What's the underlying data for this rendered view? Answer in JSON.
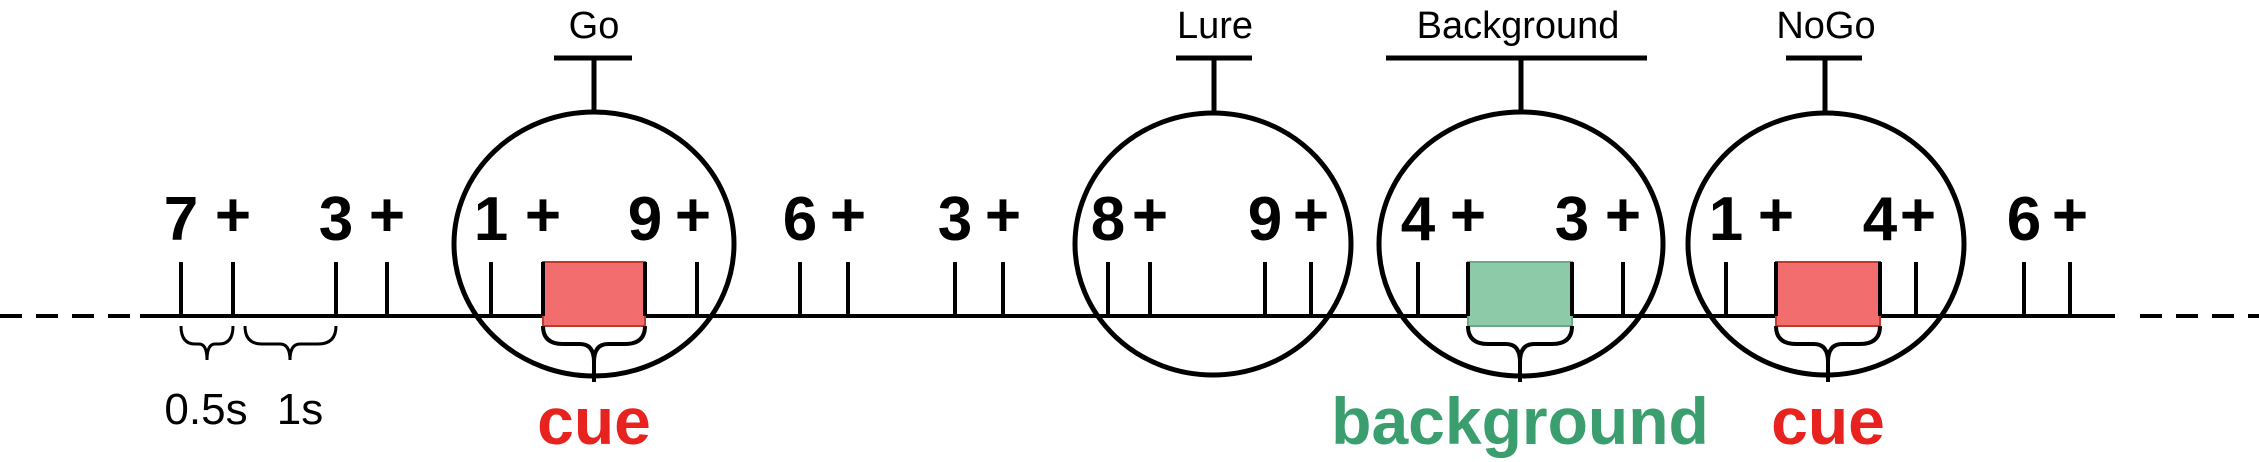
{
  "sequence": [
    {
      "digit": "7",
      "plus": "+"
    },
    {
      "digit": "3",
      "plus": "+"
    },
    {
      "digit": "1",
      "plus": "+"
    },
    {
      "digit": "9",
      "plus": "+"
    },
    {
      "digit": "6",
      "plus": "+"
    },
    {
      "digit": "3",
      "plus": "+"
    },
    {
      "digit": "8",
      "plus": "+"
    },
    {
      "digit": "9",
      "plus": "+"
    },
    {
      "digit": "4",
      "plus": "+"
    },
    {
      "digit": "3",
      "plus": "+"
    },
    {
      "digit": "1",
      "plus": "+"
    },
    {
      "digit": "4",
      "plus": "+"
    },
    {
      "digit": "6",
      "plus": "+"
    }
  ],
  "groups": [
    {
      "label": "Go"
    },
    {
      "label": "Lure"
    },
    {
      "label": "Background"
    },
    {
      "label": "NoGo"
    }
  ],
  "timing": {
    "short": "0.5s",
    "long": "1s"
  },
  "windows": [
    {
      "label": "cue",
      "color": "#f26d6d",
      "text_color": "#e8221e"
    },
    {
      "label": "background",
      "color": "#8ccaa8",
      "text_color": "#3a9e6e"
    },
    {
      "label": "cue",
      "color": "#f26d6d",
      "text_color": "#e8221e"
    }
  ]
}
